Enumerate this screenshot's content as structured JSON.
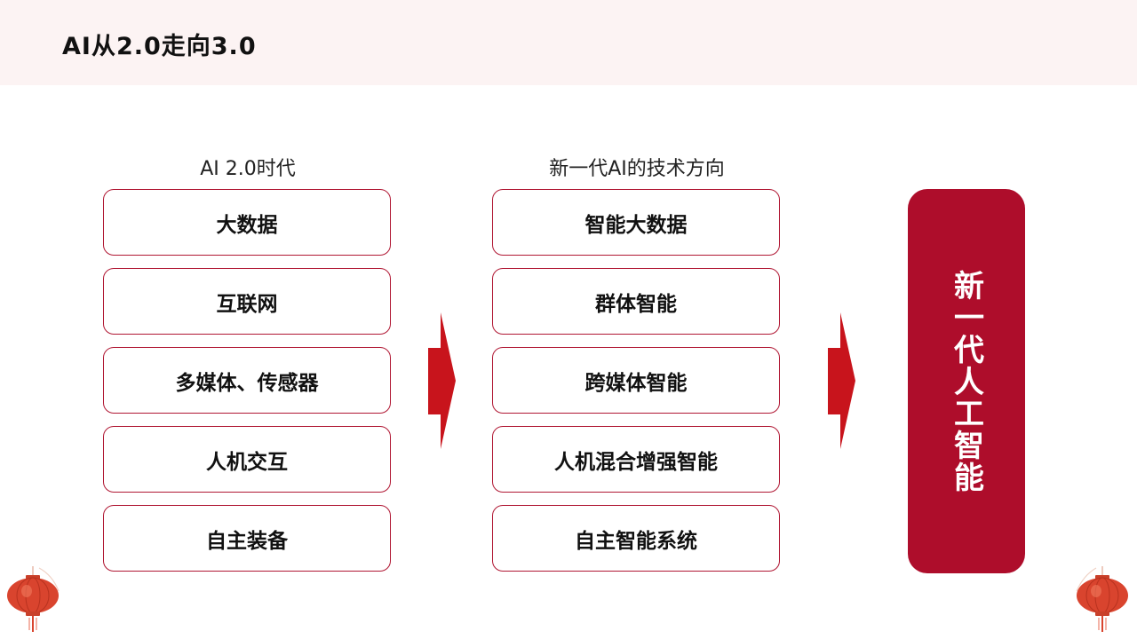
{
  "title": "AI从2.0走向3.0",
  "left_column": {
    "heading": "AI 2.0时代",
    "items": [
      "大数据",
      "互联网",
      "多媒体、传感器",
      "人机交互",
      "自主装备"
    ]
  },
  "middle_column": {
    "heading": "新一代AI的技术方向",
    "items": [
      "智能大数据",
      "群体智能",
      "跨媒体智能",
      "人机混合增强智能",
      "自主智能系统"
    ]
  },
  "result": "新一代人工智能",
  "colors": {
    "accent": "#ae0d2b",
    "arrow": "#c8141c",
    "header_bg": "#fcf3f3"
  },
  "icons": [
    "right-arrow-icon",
    "lantern-icon"
  ]
}
